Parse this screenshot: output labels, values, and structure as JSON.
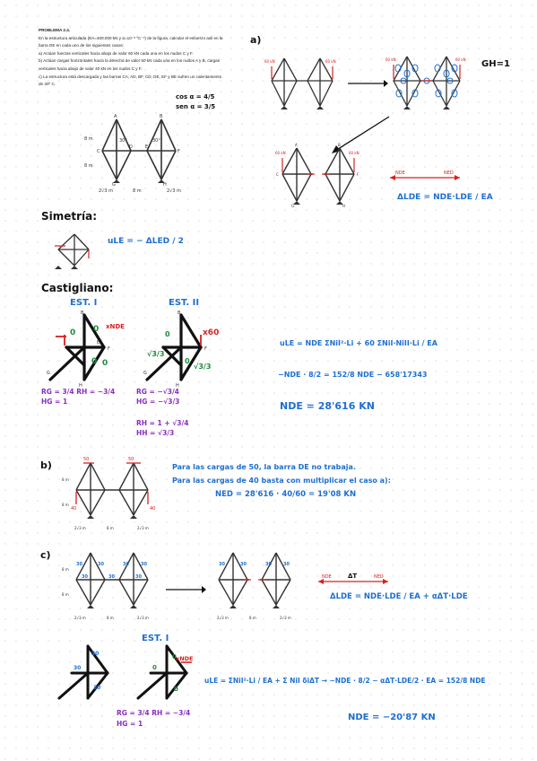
{
  "problem": {
    "title": "PROBLEMA 2.4.",
    "lines": [
      "En la estructura articulada (EA=400.000 kN y α=10⁻⁵ ºC⁻¹) de la figura, calcular el esfuerzo axil en la",
      "barra DE en cada uno de los siguientes casos:",
      "a) Actúan fuerzas verticales hacia abajo de valor 60 kN cada una en los nudos C y F.",
      "b) Actúan cargas horizontales hacia la derecha de valor 50 kN cada una en los nudos A y B, cargas",
      "verticales hacia abajo de valor 40 kN en los nudos C y F.",
      "c) La estructura está descargada y las barras CA, AD, BF, CD, DE, EF y BE sufren un calentamiento",
      "de 30º C."
    ],
    "cos": "cos α = 4/5",
    "sen": "sen α = 3/5"
  },
  "labels": {
    "a": "a)",
    "b": "b)",
    "c": "c)",
    "gh": "GH=1",
    "simetria": "Simetría:",
    "castigliano": "Castigliano:",
    "est1": "EST. I",
    "est2": "EST. II",
    "est1c": "EST. I",
    "x_nde": "xNDE",
    "x60": "x60"
  },
  "dims": {
    "h8": "8 m",
    "w": "8 m",
    "w2": "2√3 m",
    "w3": "2√3 m",
    "loads_a": "60 kN",
    "loads_b50": "50",
    "loads_b40": "40",
    "c30": "30"
  },
  "equations": {
    "delta_lde": "ΔLDE = NDE·LDE / EA",
    "u_le": "uLE = − ΔLED / 2",
    "cast1": "uLE = NDE ΣNiI²·Li + 60 ΣNiI·NiII·Li / EA",
    "cast2": "−NDE · 8/2 = 152/8 NDE − 658'17343",
    "nde_a": "NDE = 28'616 KN",
    "b_text1": "Para las cargas de 50, la barra DE no trabaja.",
    "b_text2": "Para las cargas de 40 basta con multiplicar el caso a):",
    "ned_b": "NED = 28'616 · 40/60 = 19'08 KN",
    "delta_c": "ΔLDE = NDE·LDE / EA + αΔT·LDE",
    "c_eq": "uLE = ΣNiI²·Li / EA + Σ NiI δiΔT → −NDE · 8/2 − αΔT·LDE/2 · EA = 152/8 NDE",
    "nde_c": "NDE = −20'87 KN",
    "delta_t": "ΔT"
  },
  "reactions": {
    "est1_r": "RG = 3/4   RH = −3/4",
    "est1_h": "HG = 1",
    "est2_r": "RG = −√3/4",
    "est2_h": "HG = −√3/3",
    "est2_rh": "RH = 1 + √3/4",
    "est2_hh": "HH = √3/3",
    "c_r": "RG = 3/4   RH = −3/4",
    "c_h": "HG = 1"
  },
  "nodes": [
    "A",
    "B",
    "C",
    "D",
    "E",
    "F",
    "G",
    "H"
  ],
  "colors": {
    "blue": "#1e6fd0",
    "red": "#d62020",
    "purple": "#8a2fbd",
    "green": "#1f8a3a"
  }
}
